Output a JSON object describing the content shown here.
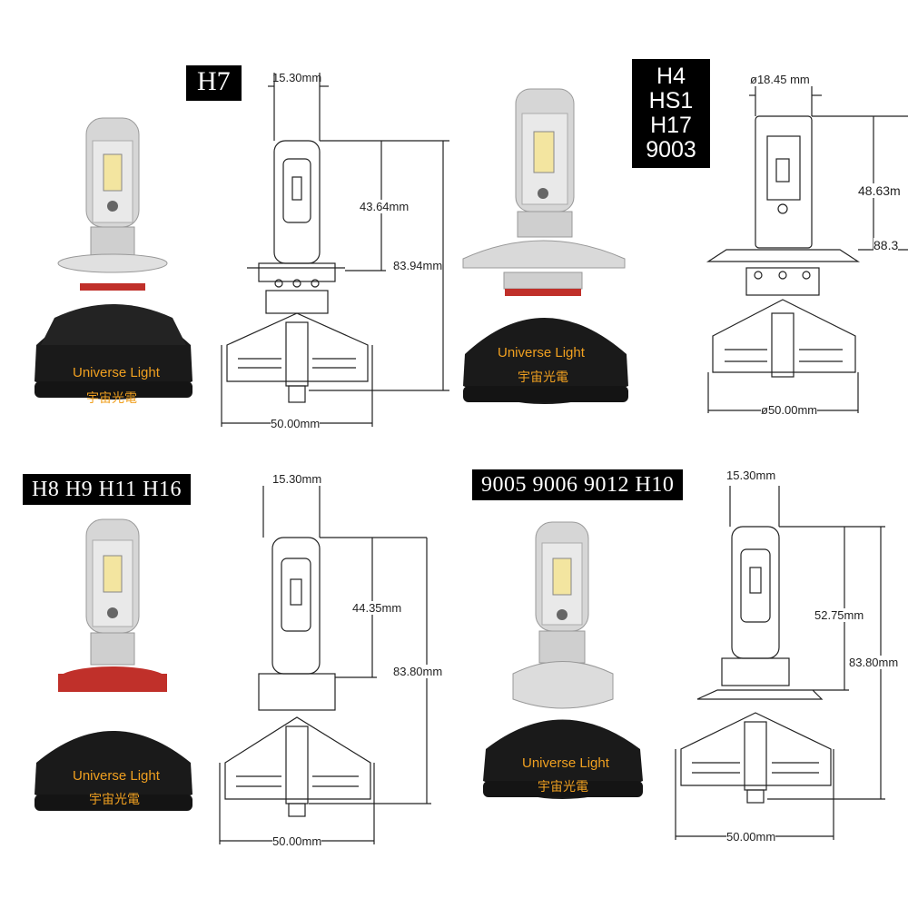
{
  "colors": {
    "bulb_body": "#1a1a1a",
    "housing": "#d9d9d9",
    "led_panel": "#e6e6e6",
    "brand_text": "#f0a020",
    "seal_red": "#c0302a",
    "line": "#222222"
  },
  "panels": [
    {
      "type_label": "H7",
      "brand_name": "Universe Light",
      "brand_cn": "宇宙光電",
      "dims": {
        "top_width": "15.30mm",
        "led_height": "43.64mm",
        "total_height": "83.94mm",
        "base_width": "50.00mm"
      }
    },
    {
      "type_label_lines": [
        "H4",
        "HS1",
        "H17",
        "9003"
      ],
      "brand_name": "Universe Light",
      "brand_cn": "宇宙光電",
      "dims": {
        "top_width": "ø18.45 mm",
        "led_height": "48.63m",
        "total_height": "88.3",
        "base_width": "ø50.00mm"
      }
    },
    {
      "type_label": "H8  H9  H11  H16",
      "brand_name": "Universe Light",
      "brand_cn": "宇宙光電",
      "dims": {
        "top_width": "15.30mm",
        "led_height": "44.35mm",
        "total_height": "83.80mm",
        "base_width": "50.00mm"
      }
    },
    {
      "type_label": "9005  9006  9012  H10",
      "brand_name": "Universe Light",
      "brand_cn": "宇宙光電",
      "dims": {
        "top_width": "15.30mm",
        "led_height": "52.75mm",
        "total_height": "83.80mm",
        "base_width": "50.00mm"
      }
    }
  ]
}
